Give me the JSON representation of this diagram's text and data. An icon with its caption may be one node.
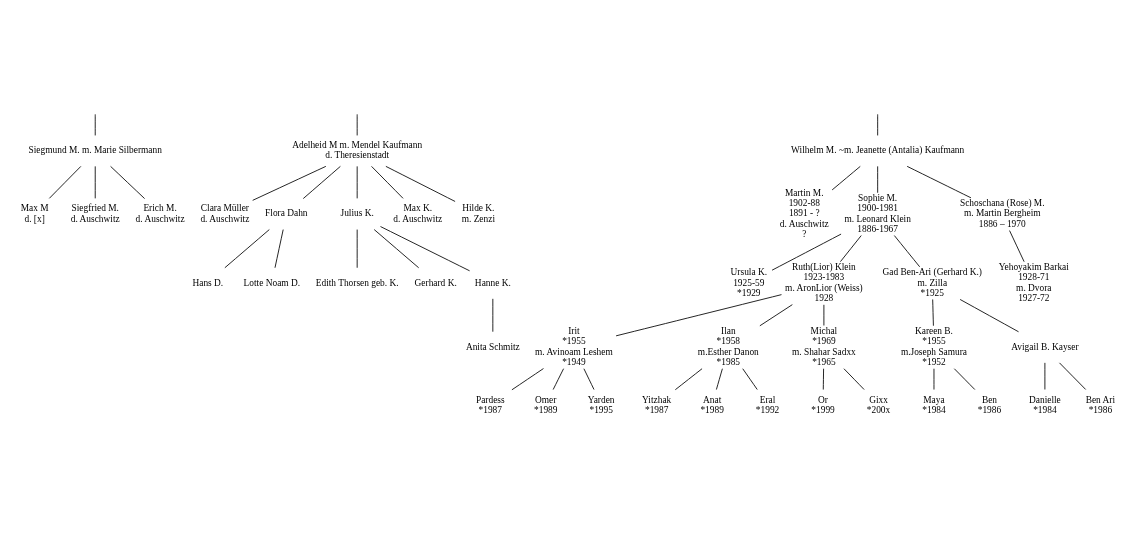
{
  "diagram": {
    "nodes": [
      {
        "text": [
          "Siegmund M. m. Marie Silbermann"
        ]
      },
      {
        "text": [
          "Adelheid M m. Mendel Kaufmann",
          "d. Theresienstadt"
        ]
      },
      {
        "text": [
          "Wilhelm M. ~m. Jeanette (Antalia) Kaufmann"
        ]
      },
      {
        "text": [
          "Max M",
          "d. [x]"
        ]
      },
      {
        "text": [
          "Siegfried M.",
          "d. Auschwitz"
        ]
      },
      {
        "text": [
          "Erich M.",
          "d. Auschwitz"
        ]
      },
      {
        "text": [
          "Clara Müller",
          "d. Auschwitz"
        ]
      },
      {
        "text": [
          "Flora Dahn"
        ]
      },
      {
        "text": [
          "Julius K."
        ]
      },
      {
        "text": [
          "Max K.",
          "d. Auschwitz"
        ]
      },
      {
        "text": [
          "Hilde K.",
          "m. Zenzi"
        ]
      },
      {
        "text": [
          "Martin M.",
          "1902-88",
          "1891 - ?",
          "d. Auschwitz",
          "?"
        ]
      },
      {
        "text": [
          "Sophie M.",
          "1900-1981",
          "m. Leonard Klein",
          "1886-1967"
        ]
      },
      {
        "text": [
          "Schoschana (Rose) M.",
          "m. Martin Bergheim",
          "1886 – 1970"
        ]
      },
      {
        "text": [
          "Hans D."
        ]
      },
      {
        "text": [
          "Lotte Noam D."
        ]
      },
      {
        "text": [
          "Edith Thorsen geb. K."
        ]
      },
      {
        "text": [
          "Gerhard K."
        ]
      },
      {
        "text": [
          "Hanne K."
        ]
      },
      {
        "text": [
          "Ursula K.",
          "1925-59",
          "*1929"
        ]
      },
      {
        "text": [
          "Ruth(Lior) Klein",
          "1923-1983",
          "m. AronLior (Weiss)",
          "1928"
        ]
      },
      {
        "text": [
          "Gad Ben-Ari (Gerhard K.)",
          "m. Zilla",
          "*1925"
        ]
      },
      {
        "text": [
          "Yehoyakim Barkai",
          "1928-71",
          "m. Dvora",
          "1927-72"
        ]
      },
      {
        "text": [
          "Anita Schmitz"
        ]
      },
      {
        "text": [
          "Irit",
          "*1955",
          "m. Avinoam Leshem",
          "*1949"
        ]
      },
      {
        "text": [
          "Ilan",
          "*1958",
          "m.Esther Danon",
          "*1985"
        ]
      },
      {
        "text": [
          "Michal",
          "*1969",
          "m. Shahar Sadxx",
          "*1965"
        ]
      },
      {
        "text": [
          "Kareen B.",
          "*1955",
          "m.Joseph Samura",
          "*1952"
        ]
      },
      {
        "text": [
          "Avigail B. Kayser"
        ]
      },
      {
        "text": [
          "Maya",
          "*1984"
        ]
      },
      {
        "text": [
          "Ben",
          "*1986"
        ]
      },
      {
        "text": [
          "Danielle",
          "*1984"
        ]
      },
      {
        "text": [
          "Ben Ari",
          "*1986"
        ]
      },
      {
        "text": [
          "Pardess",
          "*1987"
        ]
      },
      {
        "text": [
          "Omer",
          "*1989"
        ]
      },
      {
        "text": [
          "Yarden",
          "*1995"
        ]
      },
      {
        "text": [
          "Yitzhak",
          "*1987"
        ]
      },
      {
        "text": [
          "Anat",
          "*1989"
        ]
      },
      {
        "text": [
          "Eral",
          "*1992"
        ]
      },
      {
        "text": [
          "Or",
          "*1999"
        ]
      },
      {
        "text": [
          "Gixx",
          "*200x"
        ]
      }
    ],
    "edges": [
      {
        "from": null,
        "to": 0,
        "arrow": "none"
      },
      {
        "from": null,
        "to": 1,
        "arrow": "none"
      },
      {
        "from": null,
        "to": 2,
        "arrow": "none"
      },
      {
        "from": 0,
        "to": 3,
        "arrow": "none"
      },
      {
        "from": 0,
        "to": 4,
        "arrow": "none"
      },
      {
        "from": 0,
        "to": 5,
        "arrow": "none"
      },
      {
        "from": 1,
        "to": 6,
        "arrow": "none"
      },
      {
        "from": 1,
        "to": 7,
        "arrow": "none"
      },
      {
        "from": 1,
        "to": 8,
        "arrow": "none"
      },
      {
        "from": 1,
        "to": 9,
        "arrow": "none"
      },
      {
        "from": 1,
        "to": 10,
        "arrow": "none"
      },
      {
        "from": 2,
        "to": 11,
        "arrow": "none"
      },
      {
        "from": 2,
        "to": 12,
        "arrow": "none"
      },
      {
        "from": 2,
        "to": 13,
        "arrow": "none"
      },
      {
        "from": 7,
        "to": 14,
        "arrow": "none"
      },
      {
        "from": 7,
        "to": 15,
        "arrow": "none"
      },
      {
        "from": 8,
        "to": 16,
        "arrow": "none"
      },
      {
        "from": 8,
        "to": 17,
        "arrow": "none"
      },
      {
        "from": 8,
        "to": 18,
        "arrow": "none"
      },
      {
        "from": 12,
        "to": 19,
        "arrow": "none"
      },
      {
        "from": 12,
        "to": 20,
        "arrow": "none"
      },
      {
        "from": 12,
        "to": 21,
        "arrow": "none"
      },
      {
        "from": 13,
        "to": 22,
        "arrow": "none"
      },
      {
        "from": 18,
        "to": 23,
        "arrow": "none"
      },
      {
        "from": 20,
        "to": 24,
        "arrow": "none"
      },
      {
        "from": 20,
        "to": 25,
        "arrow": "none"
      },
      {
        "from": 20,
        "to": 26,
        "arrow": "none"
      },
      {
        "from": 21,
        "to": 27,
        "arrow": "none"
      },
      {
        "from": 21,
        "to": 28,
        "arrow": "none"
      },
      {
        "from": 27,
        "to": 29,
        "arrow": "none"
      },
      {
        "from": 27,
        "to": 30,
        "arrow": "none"
      },
      {
        "from": 28,
        "to": 31,
        "arrow": "none"
      },
      {
        "from": 28,
        "to": 32,
        "arrow": "none"
      },
      {
        "from": 24,
        "to": 33,
        "arrow": "none"
      },
      {
        "from": 24,
        "to": 34,
        "arrow": "none"
      },
      {
        "from": 24,
        "to": 35,
        "arrow": "none"
      },
      {
        "from": 25,
        "to": 36,
        "arrow": "none"
      },
      {
        "from": 25,
        "to": 37,
        "arrow": "none"
      },
      {
        "from": 25,
        "to": 38,
        "arrow": "none"
      },
      {
        "from": 26,
        "to": 39,
        "arrow": "none"
      },
      {
        "from": 26,
        "to": 40,
        "arrow": "none"
      }
    ]
  }
}
